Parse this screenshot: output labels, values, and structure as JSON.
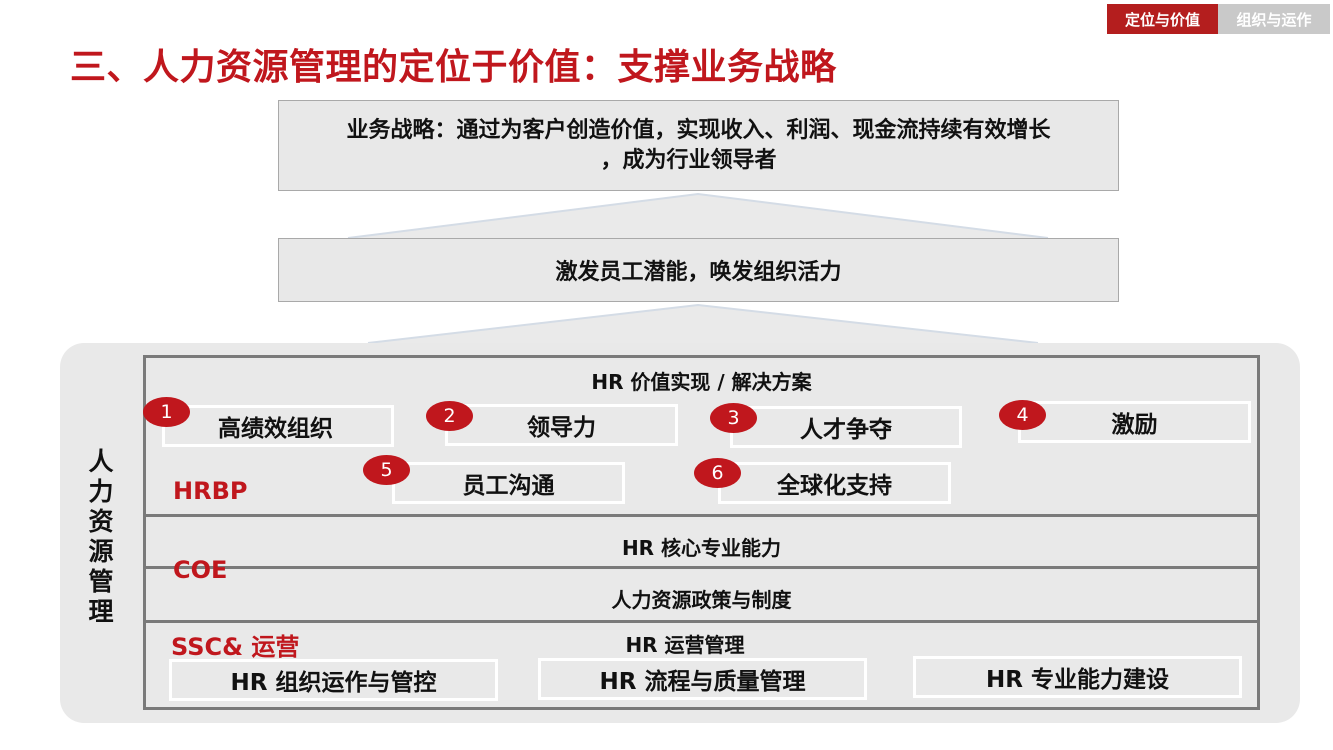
{
  "nav": {
    "tab_active": "定位与价值",
    "tab_inactive": "组织与运作"
  },
  "title": "三、人力资源管理的定位于价值：支撑业务战略",
  "strategy": {
    "line1": "业务战略：通过为客户创造价值，实现收入、利润、现金流持续有效增长",
    "line2": "，成为行业领导者"
  },
  "activate": "激发员工潜能，唤发组织活力",
  "hrm": {
    "side_label": "人力资源管理",
    "solutions_title": "HR 价值实现 / 解决方案",
    "solutions": [
      {
        "num": "1",
        "label": "高绩效组织"
      },
      {
        "num": "2",
        "label": "领导力"
      },
      {
        "num": "3",
        "label": "人才争夺"
      },
      {
        "num": "4",
        "label": "激励"
      },
      {
        "num": "5",
        "label": "员工沟通"
      },
      {
        "num": "6",
        "label": "全球化支持"
      }
    ],
    "role_hrbp": "HRBP",
    "core_title": "HR 核心专业能力",
    "role_coe": "COE",
    "policy_title": "人力资源政策与制度",
    "role_ssc": "SSC& 运营",
    "ops_title": "HR 运营管理",
    "ops_items": [
      "HR 组织运作与管控",
      "HR 流程与质量管理",
      "HR 专业能力建设"
    ]
  },
  "colors": {
    "accent_red": "#c0171d",
    "tab_red": "#b41e1e",
    "tab_grey": "#c9c9c9",
    "box_grey": "#e8e8e8",
    "frame_grey": "#7a7a7a"
  }
}
